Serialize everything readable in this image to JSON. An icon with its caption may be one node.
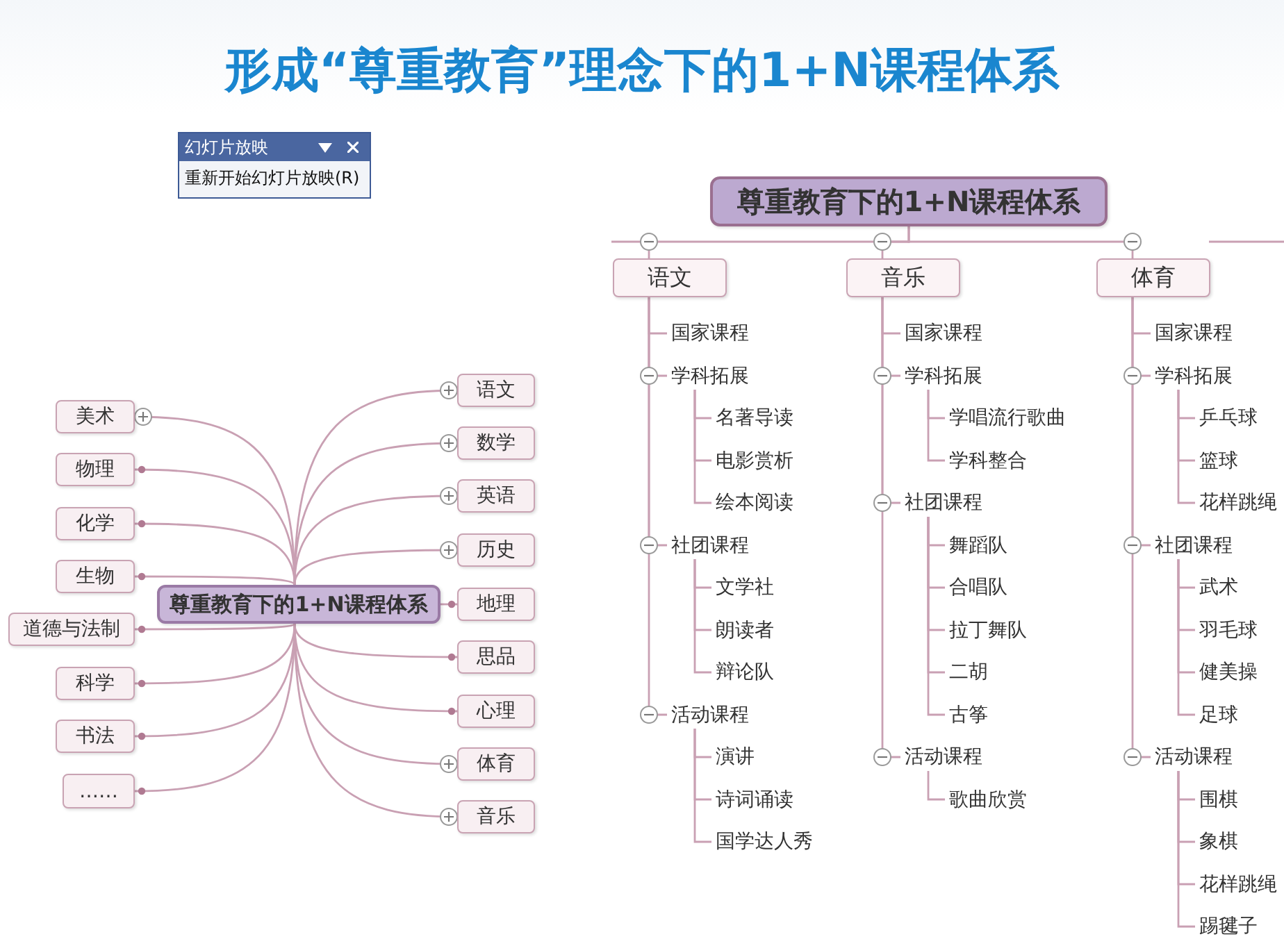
{
  "diagram": {
    "title": "形成“尊重教育”理念下的1+N课程体系",
    "nodes": [
      {
        "text": [
          "尊重教育下的1+N课程体系"
        ]
      },
      {
        "text": [
          "美术"
        ]
      },
      {
        "text": [
          "物理"
        ]
      },
      {
        "text": [
          "化学"
        ]
      },
      {
        "text": [
          "生物"
        ]
      },
      {
        "text": [
          "道德与法制"
        ]
      },
      {
        "text": [
          "科学"
        ]
      },
      {
        "text": [
          "书法"
        ]
      },
      {
        "text": [
          "……"
        ]
      },
      {
        "text": [
          "语文"
        ]
      },
      {
        "text": [
          "数学"
        ]
      },
      {
        "text": [
          "英语"
        ]
      },
      {
        "text": [
          "历史"
        ]
      },
      {
        "text": [
          "地理"
        ]
      },
      {
        "text": [
          "思品"
        ]
      },
      {
        "text": [
          "心理"
        ]
      },
      {
        "text": [
          "体育"
        ]
      },
      {
        "text": [
          "音乐"
        ]
      },
      {
        "text": [
          "尊重教育下的1+N课程体系"
        ]
      },
      {
        "text": [
          "语文"
        ]
      },
      {
        "text": [
          "国家课程"
        ]
      },
      {
        "text": [
          "学科拓展"
        ]
      },
      {
        "text": [
          "名著导读"
        ]
      },
      {
        "text": [
          "电影赏析"
        ]
      },
      {
        "text": [
          "绘本阅读"
        ]
      },
      {
        "text": [
          "社团课程"
        ]
      },
      {
        "text": [
          "文学社"
        ]
      },
      {
        "text": [
          "朗读者"
        ]
      },
      {
        "text": [
          "辩论队"
        ]
      },
      {
        "text": [
          "活动课程"
        ]
      },
      {
        "text": [
          "演讲"
        ]
      },
      {
        "text": [
          "诗词诵读"
        ]
      },
      {
        "text": [
          "国学达人秀"
        ]
      },
      {
        "text": [
          "音乐"
        ]
      },
      {
        "text": [
          "国家课程"
        ]
      },
      {
        "text": [
          "学科拓展"
        ]
      },
      {
        "text": [
          "学唱流行歌曲"
        ]
      },
      {
        "text": [
          "学科整合"
        ]
      },
      {
        "text": [
          "社团课程"
        ]
      },
      {
        "text": [
          "舞蹈队"
        ]
      },
      {
        "text": [
          "合唱队"
        ]
      },
      {
        "text": [
          "拉丁舞队"
        ]
      },
      {
        "text": [
          "二胡"
        ]
      },
      {
        "text": [
          "古筝"
        ]
      },
      {
        "text": [
          "活动课程"
        ]
      },
      {
        "text": [
          "歌曲欣赏"
        ]
      },
      {
        "text": [
          "体育"
        ]
      },
      {
        "text": [
          "国家课程"
        ]
      },
      {
        "text": [
          "学科拓展"
        ]
      },
      {
        "text": [
          "乒乓球"
        ]
      },
      {
        "text": [
          "篮球"
        ]
      },
      {
        "text": [
          "花样跳绳"
        ]
      },
      {
        "text": [
          "社团课程"
        ]
      },
      {
        "text": [
          "武术"
        ]
      },
      {
        "text": [
          "羽毛球"
        ]
      },
      {
        "text": [
          "健美操"
        ]
      },
      {
        "text": [
          "足球"
        ]
      },
      {
        "text": [
          "活动课程"
        ]
      },
      {
        "text": [
          "围棋"
        ]
      },
      {
        "text": [
          "象棋"
        ]
      },
      {
        "text": [
          "花样跳绳"
        ]
      },
      {
        "text": [
          "踢毽子"
        ]
      }
    ],
    "edges": [
      {
        "from": 0,
        "to": 1,
        "arrow": "none"
      },
      {
        "from": 0,
        "to": 2,
        "arrow": "none"
      },
      {
        "from": 0,
        "to": 3,
        "arrow": "none"
      },
      {
        "from": 0,
        "to": 4,
        "arrow": "none"
      },
      {
        "from": 0,
        "to": 5,
        "arrow": "none"
      },
      {
        "from": 0,
        "to": 6,
        "arrow": "none"
      },
      {
        "from": 0,
        "to": 7,
        "arrow": "none"
      },
      {
        "from": 0,
        "to": 8,
        "arrow": "none"
      },
      {
        "from": 0,
        "to": 9,
        "arrow": "none"
      },
      {
        "from": 0,
        "to": 10,
        "arrow": "none"
      },
      {
        "from": 0,
        "to": 11,
        "arrow": "none"
      },
      {
        "from": 0,
        "to": 12,
        "arrow": "none"
      },
      {
        "from": 0,
        "to": 13,
        "arrow": "none"
      },
      {
        "from": 0,
        "to": 14,
        "arrow": "none"
      },
      {
        "from": 0,
        "to": 15,
        "arrow": "none"
      },
      {
        "from": 0,
        "to": 16,
        "arrow": "none"
      },
      {
        "from": 0,
        "to": 17,
        "arrow": "none"
      },
      {
        "from": 18,
        "to": 19,
        "arrow": "none"
      },
      {
        "from": 18,
        "to": 33,
        "arrow": "none"
      },
      {
        "from": 18,
        "to": 46,
        "arrow": "none"
      },
      {
        "from": 19,
        "to": 20,
        "arrow": "none"
      },
      {
        "from": 19,
        "to": 21,
        "arrow": "none"
      },
      {
        "from": 21,
        "to": 22,
        "arrow": "none"
      },
      {
        "from": 21,
        "to": 23,
        "arrow": "none"
      },
      {
        "from": 21,
        "to": 24,
        "arrow": "none"
      },
      {
        "from": 19,
        "to": 25,
        "arrow": "none"
      },
      {
        "from": 25,
        "to": 26,
        "arrow": "none"
      },
      {
        "from": 25,
        "to": 27,
        "arrow": "none"
      },
      {
        "from": 25,
        "to": 28,
        "arrow": "none"
      },
      {
        "from": 19,
        "to": 29,
        "arrow": "none"
      },
      {
        "from": 29,
        "to": 30,
        "arrow": "none"
      },
      {
        "from": 29,
        "to": 31,
        "arrow": "none"
      },
      {
        "from": 29,
        "to": 32,
        "arrow": "none"
      },
      {
        "from": 33,
        "to": 34,
        "arrow": "none"
      },
      {
        "from": 33,
        "to": 35,
        "arrow": "none"
      },
      {
        "from": 35,
        "to": 36,
        "arrow": "none"
      },
      {
        "from": 35,
        "to": 37,
        "arrow": "none"
      },
      {
        "from": 33,
        "to": 38,
        "arrow": "none"
      },
      {
        "from": 38,
        "to": 39,
        "arrow": "none"
      },
      {
        "from": 38,
        "to": 40,
        "arrow": "none"
      },
      {
        "from": 38,
        "to": 41,
        "arrow": "none"
      },
      {
        "from": 38,
        "to": 42,
        "arrow": "none"
      },
      {
        "from": 38,
        "to": 43,
        "arrow": "none"
      },
      {
        "from": 33,
        "to": 44,
        "arrow": "none"
      },
      {
        "from": 44,
        "to": 45,
        "arrow": "none"
      },
      {
        "from": 46,
        "to": 47,
        "arrow": "none"
      },
      {
        "from": 46,
        "to": 48,
        "arrow": "none"
      },
      {
        "from": 48,
        "to": 49,
        "arrow": "none"
      },
      {
        "from": 48,
        "to": 50,
        "arrow": "none"
      },
      {
        "from": 48,
        "to": 51,
        "arrow": "none"
      },
      {
        "from": 46,
        "to": 52,
        "arrow": "none"
      },
      {
        "from": 52,
        "to": 53,
        "arrow": "none"
      },
      {
        "from": 52,
        "to": 54,
        "arrow": "none"
      },
      {
        "from": 52,
        "to": 55,
        "arrow": "none"
      },
      {
        "from": 52,
        "to": 56,
        "arrow": "none"
      },
      {
        "from": 46,
        "to": 57,
        "arrow": "none"
      },
      {
        "from": 57,
        "to": 58,
        "arrow": "none"
      },
      {
        "from": 57,
        "to": 59,
        "arrow": "none"
      },
      {
        "from": 57,
        "to": 60,
        "arrow": "none"
      },
      {
        "from": 57,
        "to": 61,
        "arrow": "none"
      }
    ],
    "labels": [
      "幻灯片放映",
      "重新开始幻灯片放映(R)"
    ]
  }
}
